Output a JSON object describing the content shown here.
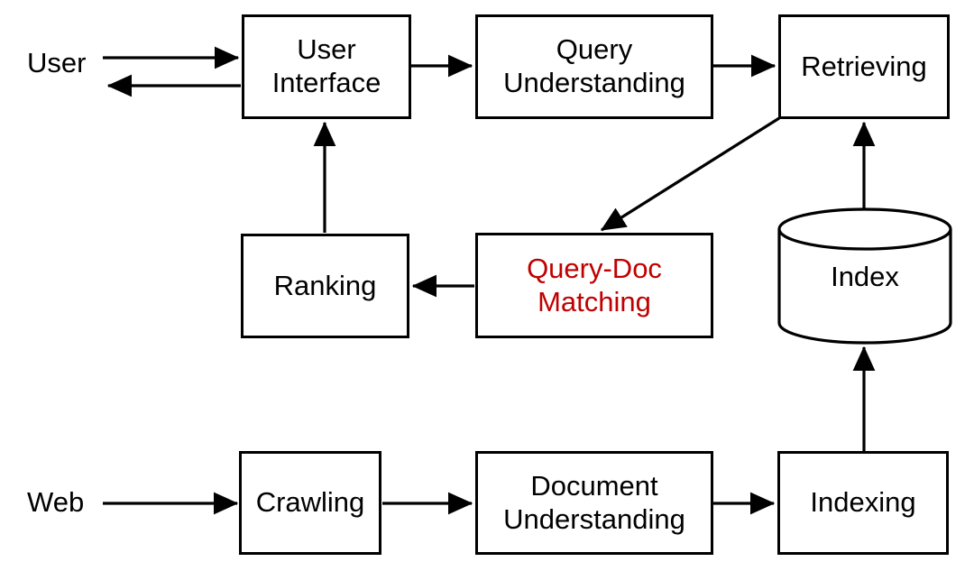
{
  "diagram": {
    "title": "Search engine architecture flow diagram",
    "colors": {
      "stroke": "#000000",
      "background": "#ffffff",
      "accent": "#C00000"
    },
    "labels": [
      {
        "id": "user",
        "text": "User"
      },
      {
        "id": "web",
        "text": "Web"
      }
    ],
    "nodes": [
      {
        "id": "user-interface",
        "text": "User\nInterface",
        "shape": "rect",
        "accent": false
      },
      {
        "id": "query-understanding",
        "text": "Query\nUnderstanding",
        "shape": "rect",
        "accent": false
      },
      {
        "id": "retrieving",
        "text": "Retrieving",
        "shape": "rect",
        "accent": false
      },
      {
        "id": "ranking",
        "text": "Ranking",
        "shape": "rect",
        "accent": false
      },
      {
        "id": "query-doc-matching",
        "text": "Query-Doc\nMatching",
        "shape": "rect",
        "accent": true
      },
      {
        "id": "index",
        "text": "Index",
        "shape": "cylinder",
        "accent": false
      },
      {
        "id": "crawling",
        "text": "Crawling",
        "shape": "rect",
        "accent": false
      },
      {
        "id": "document-understanding",
        "text": "Document\nUnderstanding",
        "shape": "rect",
        "accent": false
      },
      {
        "id": "indexing",
        "text": "Indexing",
        "shape": "rect",
        "accent": false
      }
    ],
    "edges": [
      {
        "id": "user-to-interface",
        "from": "user",
        "to": "user-interface",
        "style": "straight"
      },
      {
        "id": "interface-to-user",
        "from": "user-interface",
        "to": "user",
        "style": "straight"
      },
      {
        "id": "interface-to-query-understanding",
        "from": "user-interface",
        "to": "query-understanding",
        "style": "straight"
      },
      {
        "id": "query-understanding-to-retrieving",
        "from": "query-understanding",
        "to": "retrieving",
        "style": "straight"
      },
      {
        "id": "retrieving-to-query-doc-matching",
        "from": "retrieving",
        "to": "query-doc-matching",
        "style": "diagonal"
      },
      {
        "id": "query-doc-matching-to-ranking",
        "from": "query-doc-matching",
        "to": "ranking",
        "style": "straight"
      },
      {
        "id": "ranking-to-user-interface",
        "from": "ranking",
        "to": "user-interface",
        "style": "straight"
      },
      {
        "id": "index-to-retrieving",
        "from": "index",
        "to": "retrieving",
        "style": "straight"
      },
      {
        "id": "web-to-crawling",
        "from": "web",
        "to": "crawling",
        "style": "straight"
      },
      {
        "id": "crawling-to-document-understanding",
        "from": "crawling",
        "to": "document-understanding",
        "style": "straight"
      },
      {
        "id": "document-understanding-to-indexing",
        "from": "document-understanding",
        "to": "indexing",
        "style": "straight"
      },
      {
        "id": "indexing-to-index",
        "from": "indexing",
        "to": "index",
        "style": "straight"
      }
    ]
  }
}
